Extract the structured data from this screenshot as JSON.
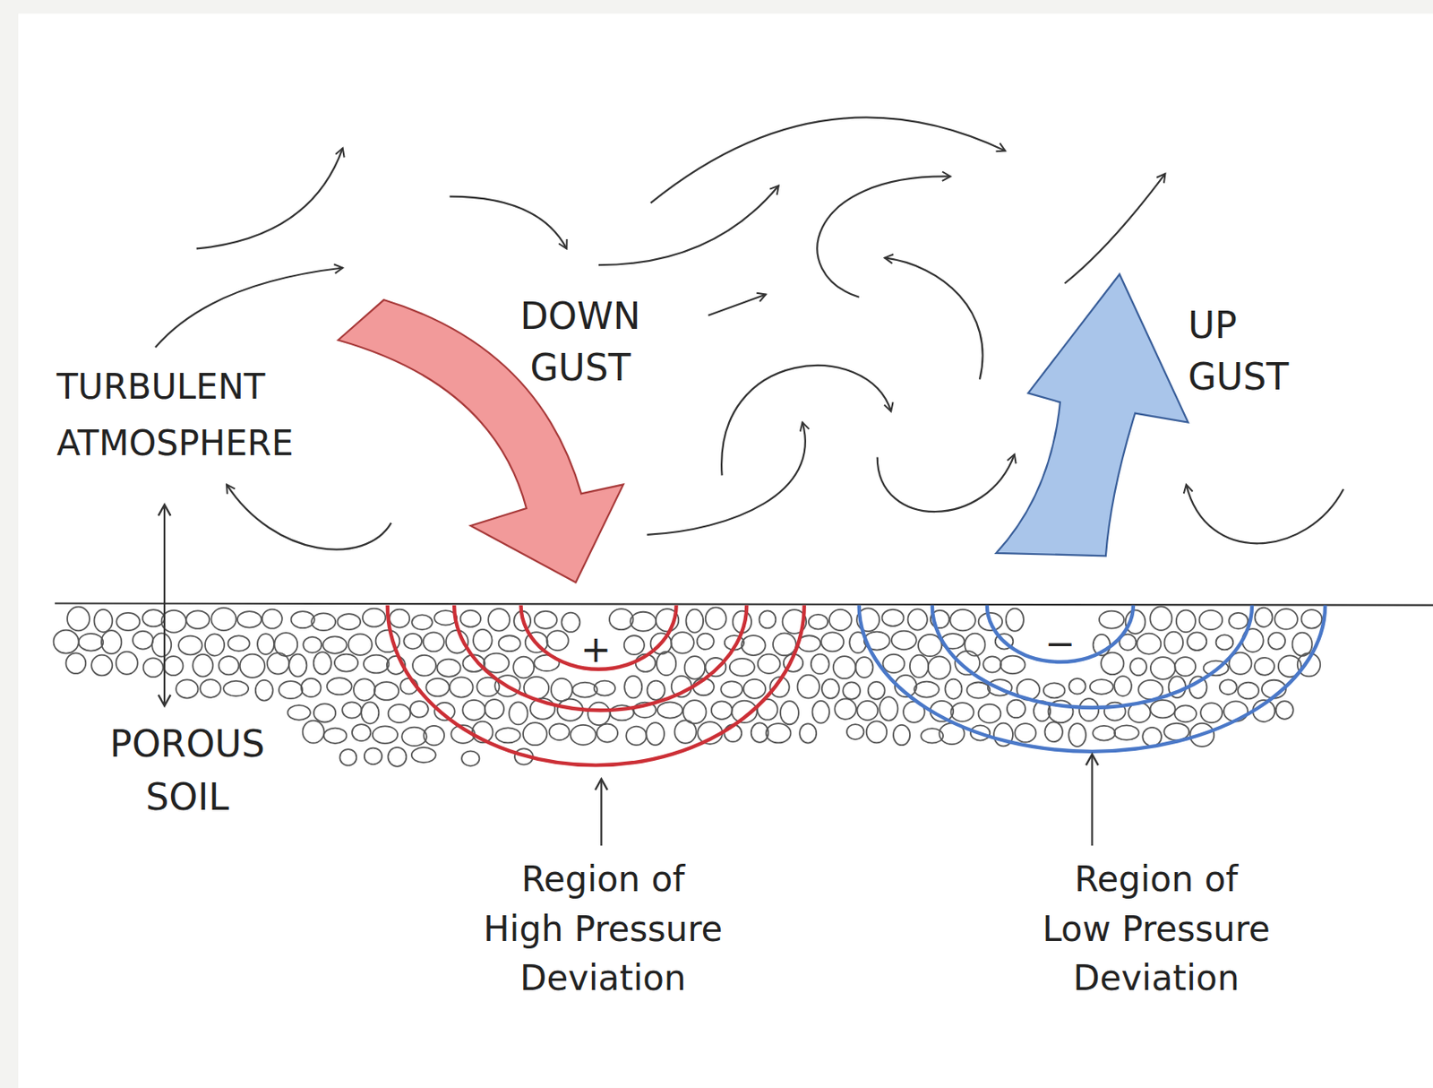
{
  "diagram": {
    "labels": [
      "DOWN GUST",
      "UP GUST",
      "TURBULENT ATMOSPHERE",
      "+",
      "−",
      "POROUS SOIL",
      "Region of High Pressure Deviation",
      "Region of Low Pressure Deviation"
    ]
  }
}
